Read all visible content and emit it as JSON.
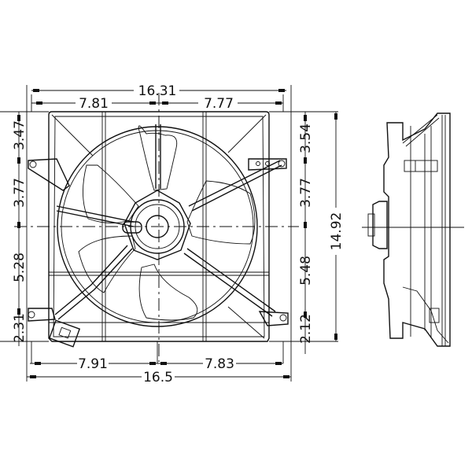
{
  "drawing": {
    "subject": "radiator cooling fan assembly",
    "views": [
      "front-view",
      "side-view"
    ]
  },
  "dimensions": {
    "overall_top_width": "16.31",
    "top_left_width": "7.81",
    "top_right_width": "7.77",
    "overall_bottom_width": "16.5",
    "bottom_left_width": "7.91",
    "bottom_right_width": "7.83",
    "left_top": "3.47",
    "left_upper_mid": "3.77",
    "left_lower_mid": "5.28",
    "left_bottom": "2.31",
    "right_top": "3.54",
    "right_upper_mid": "3.77",
    "right_lower_mid": "5.48",
    "right_bottom": "2.12",
    "overall_height": "14.92"
  },
  "colors": {
    "line": "#111111",
    "background": "#ffffff"
  }
}
